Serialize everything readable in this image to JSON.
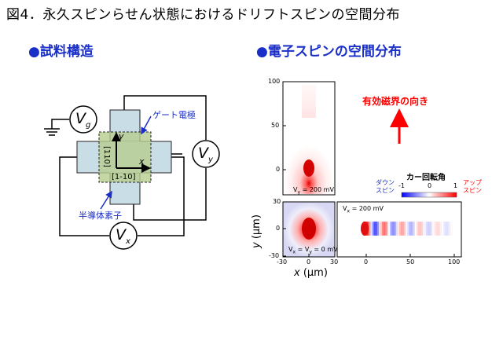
{
  "figure": {
    "title": "図4．永久スピンらせん状態におけるドリフトスピンの空間分布",
    "left_section": {
      "bullet": "●",
      "title": "試料構造"
    },
    "right_section": {
      "bullet": "●",
      "title": "電子スピンの空間分布"
    }
  },
  "device": {
    "gate_label": "ゲート電極",
    "semiconductor_label": "半導体素子",
    "dir_110": "[110]",
    "dir_1m10": "[1-10]",
    "axis_x": "x",
    "axis_y": "y",
    "meter_g": "g",
    "meter_y": "y",
    "meter_x": "x",
    "meter_v": "V"
  },
  "maps": {
    "top_panel": {
      "v": "V",
      "sub": "y",
      "rest": " = 200 mV"
    },
    "bottom_left_panel": {
      "v": "V",
      "sub1": "x",
      "eq1": " = ",
      "v2": "V",
      "sub2": "y",
      "rest": " = 0 mV"
    },
    "bottom_right_panel": {
      "v": "V",
      "sub": "x",
      "rest": " = 200 mV"
    },
    "y_ticks_top": [
      "100",
      "50",
      "0"
    ],
    "y_ticks_bottom": [
      "30",
      "0",
      "-30"
    ],
    "x_ticks_left": [
      "-30",
      "0",
      "30"
    ],
    "x_ticks_right": [
      "0",
      "50",
      "100"
    ],
    "ylabel_var": "y",
    "xlabel_var": "x",
    "unit": " (μm)"
  },
  "legend": {
    "field_dir": "有効磁界の向き",
    "colorbar_title": "カー回転角",
    "cb_min": "-1",
    "cb_mid": "0",
    "cb_max": "1",
    "down_l1": "ダウン",
    "down_l2": "スピン",
    "up_l1": "アップ",
    "up_l2": "スピン",
    "colors": {
      "blue": "#0000ff",
      "red": "#ff0000",
      "title_blue": "#1a2fc7"
    }
  }
}
